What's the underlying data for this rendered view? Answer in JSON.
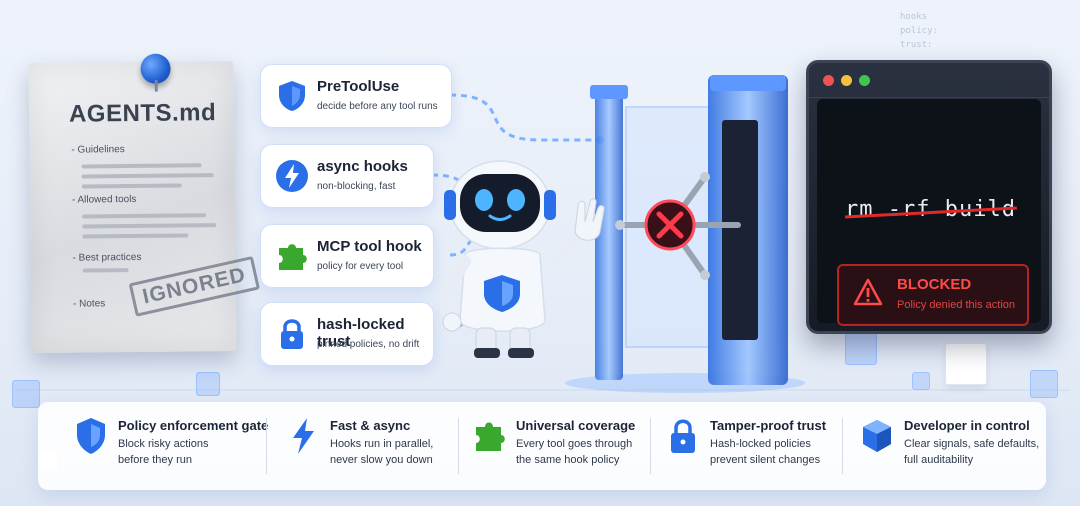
{
  "colors": {
    "blue": "#2a6fe8",
    "green": "#3aa72e",
    "red": "#e02a2a",
    "glass": "#6fa8ff"
  },
  "paper": {
    "title": "AGENTS.md",
    "items": [
      "- Guidelines",
      "- Allowed tools",
      "- Best practices",
      "- Notes"
    ],
    "stamp": "IGNORED"
  },
  "cards": [
    {
      "title": "PreToolUse",
      "subtitle": "decide before any tool runs",
      "icon": "shield-icon"
    },
    {
      "title": "async hooks",
      "subtitle": "non-blocking, fast",
      "icon": "lightning-icon"
    },
    {
      "title": "MCP tool hook",
      "subtitle": "policy for every tool",
      "icon": "puzzle-icon"
    },
    {
      "title": "hash-locked trust",
      "subtitle": "pinned policies, no drift",
      "icon": "lock-icon"
    }
  ],
  "terminal": {
    "command": "rm -rf build",
    "blocked_title": "BLOCKED",
    "blocked_message": "Policy denied this action"
  },
  "code_lines": [
    "hooks",
    "policy:",
    "trust:"
  ],
  "features": [
    {
      "title": "Policy enforcement gate",
      "line1": "Block risky actions",
      "line2": "before they run",
      "icon": "shield-icon"
    },
    {
      "title": "Fast & async",
      "line1": "Hooks run in parallel,",
      "line2": "never slow you down",
      "icon": "lightning-icon"
    },
    {
      "title": "Universal coverage",
      "line1": "Every tool goes through",
      "line2": "the same hook policy",
      "icon": "puzzle-icon"
    },
    {
      "title": "Tamper-proof trust",
      "line1": "Hash-locked policies",
      "line2": "prevent silent changes",
      "icon": "lock-icon"
    },
    {
      "title": "Developer in control",
      "line1": "Clear signals, safe defaults,",
      "line2": "full auditability",
      "icon": "cube-icon"
    }
  ]
}
